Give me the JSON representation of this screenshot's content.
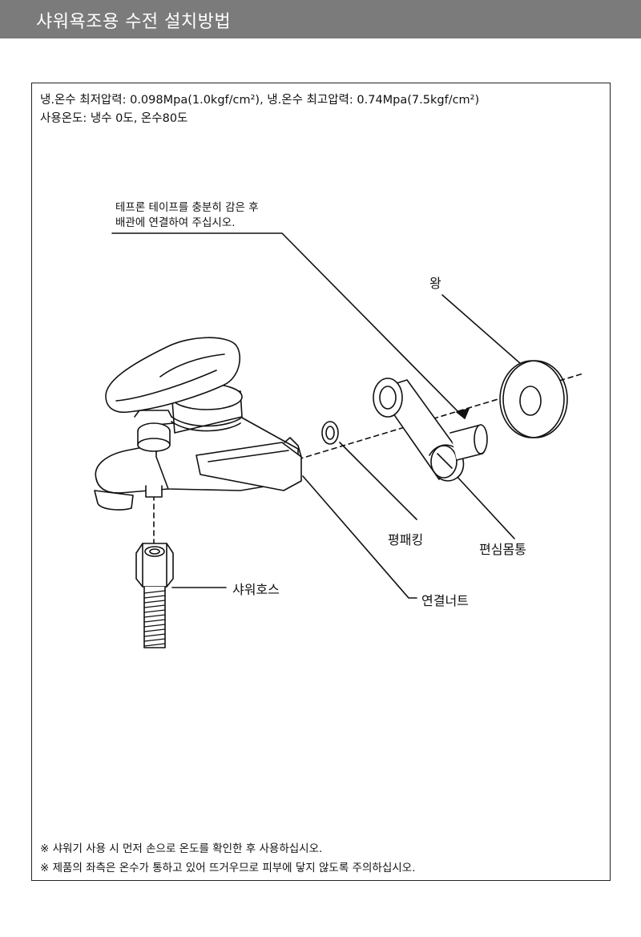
{
  "header": {
    "title": "샤워욕조용 수전 설치방법"
  },
  "specs": {
    "line1": "냉.온수 최저압력: 0.098Mpa(1.0kgf/cm²), 냉.온수 최고압력: 0.74Mpa(7.5kgf/cm²)",
    "line2": "사용온도: 냉수 0도, 온수80도"
  },
  "callouts": {
    "teflon_line1": "테프론 테이프를 충분히 감은 후",
    "teflon_line2": "배관에 연결하여 주십시오.",
    "wang": "왕",
    "flat_packing": "평패킹",
    "eccentric": "편심몸통",
    "shower_hose": "샤워호스",
    "nut": "연결너트"
  },
  "notes": {
    "note1": "※ 샤워기 사용 시 먼저 손으로 온도를 확인한 후 사용하십시오.",
    "note2": "※ 제품의 좌측은 온수가 통하고 있어 뜨거우므로 피부에 닿지 않도록 주의하십시오."
  }
}
